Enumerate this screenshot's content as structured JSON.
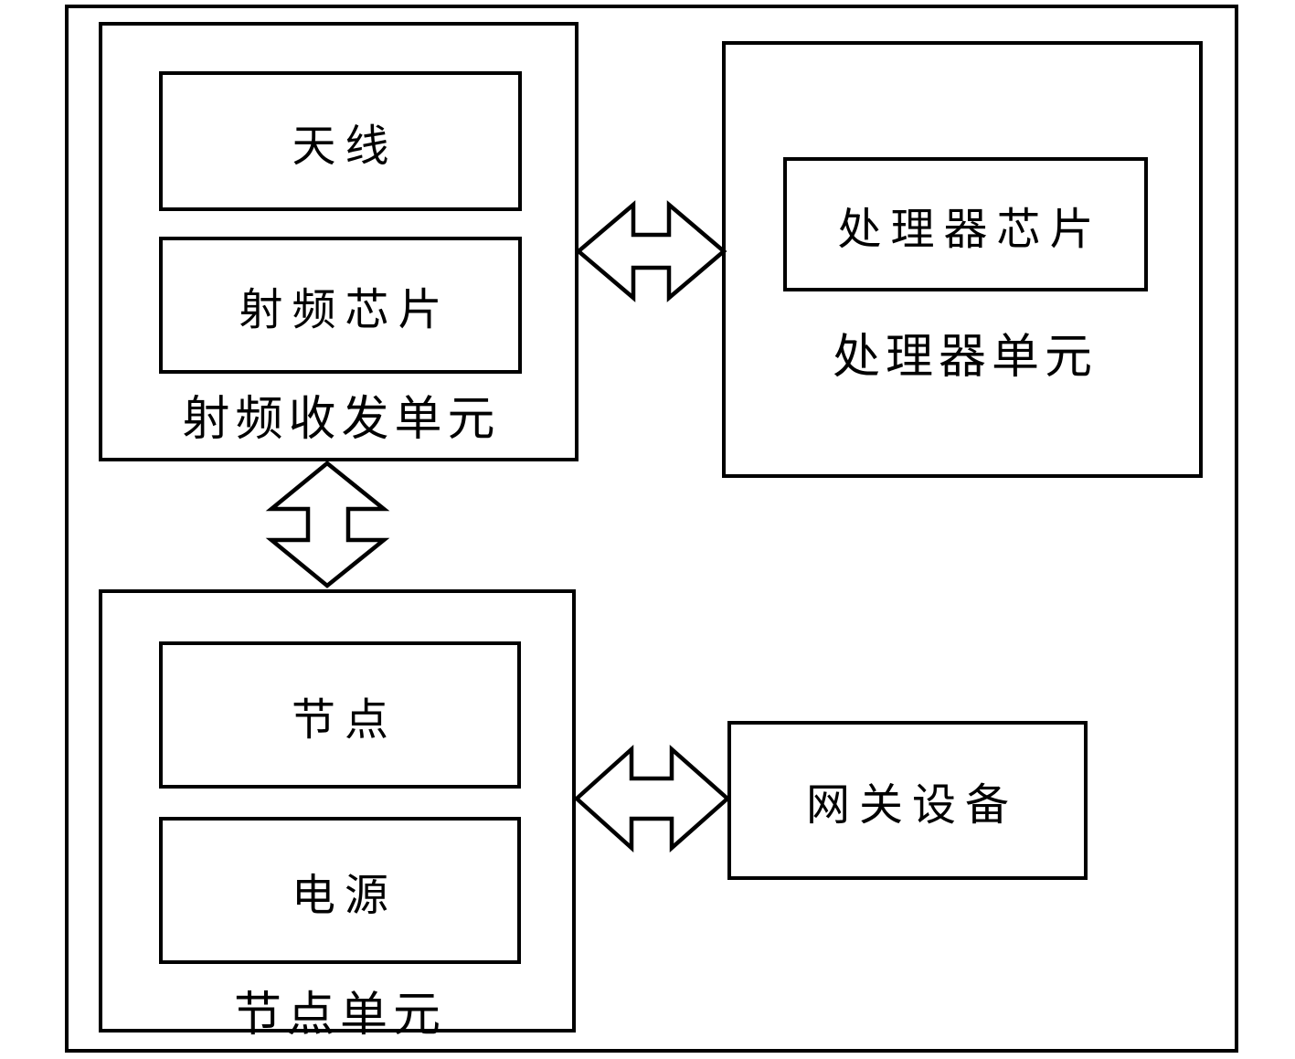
{
  "diagram": {
    "rf_unit": {
      "label": "射频收发单元",
      "antenna": "天线",
      "rf_chip": "射频芯片"
    },
    "processor_unit": {
      "label": "处理器单元",
      "chip": "处理器芯片"
    },
    "node_unit": {
      "label": "节点单元",
      "node": "节点",
      "power": "电源"
    },
    "gateway": {
      "label": "网关设备"
    },
    "colors": {
      "line": "#000000",
      "background": "#ffffff"
    }
  }
}
